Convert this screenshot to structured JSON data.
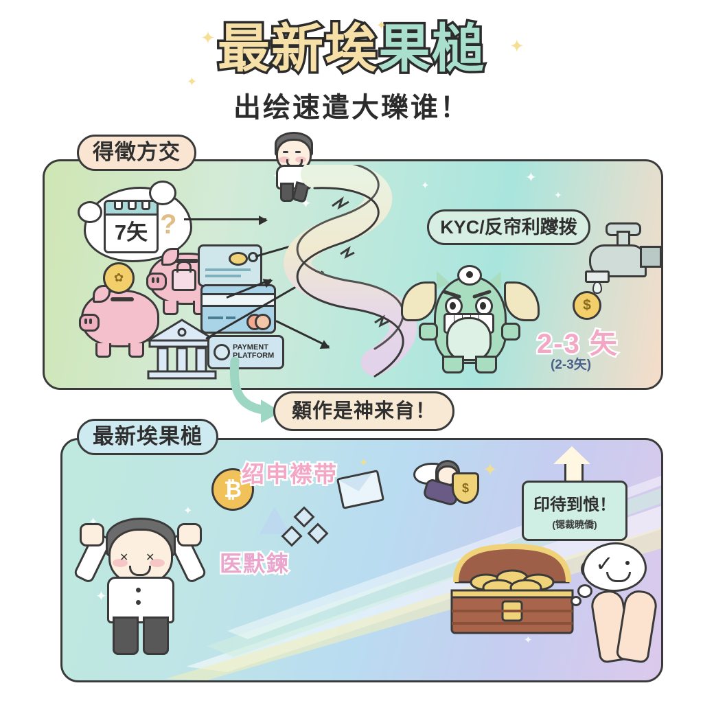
{
  "title": {
    "main_part1": "最新埃",
    "main_part2": "果槌",
    "subtitle": "出绘速遣大瓅谁！"
  },
  "panel1": {
    "label": "得徵方交",
    "calendar": {
      "days": "7矢",
      "question": "?"
    },
    "payment_platform": {
      "line1": "PAYMENT",
      "line2": "PLATFORM"
    },
    "kyc_badge": "KYC/反帘利躞拨",
    "duration_main": "2-3 矢",
    "duration_sub": "(2-3矢)",
    "faucet_coin": "$"
  },
  "bridge": {
    "label": "顙作是神来䏍！"
  },
  "panel2": {
    "label": "最新埃果槌",
    "crypto_label": "绍申襟带",
    "chain_label": "医默鍊",
    "arrival_main": "印待到悢！",
    "arrival_sub": "(锶裁暁僑)",
    "hero_shield": "$",
    "bitcoin_symbol": "₿",
    "check_mark": "✓"
  },
  "colors": {
    "outline": "#3a3a3a",
    "title_yellow": "#f6e0a8",
    "title_mint": "#a9e0cd",
    "label1_bg": "#fae4d2",
    "label2_bg": "#cdeaf0",
    "kyc_bg": "#d6efe2",
    "bridge_bg": "#f7e9d3",
    "pink_text": "#f3a7c4",
    "mint_box_bg": "#cfeee4"
  }
}
